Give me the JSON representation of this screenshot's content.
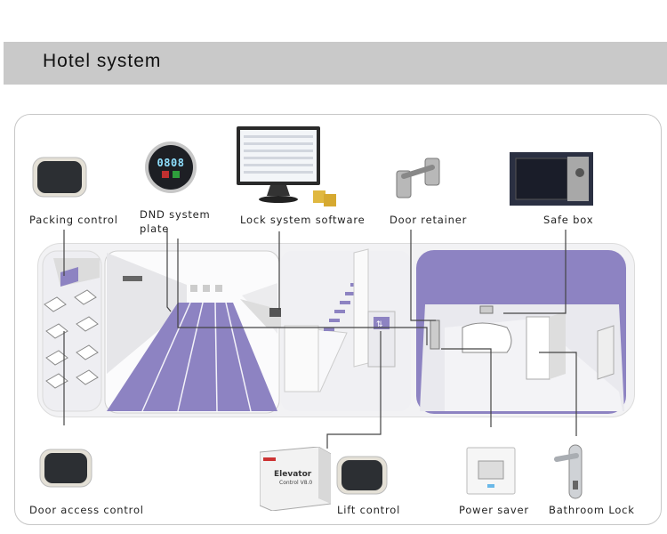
{
  "header": {
    "title": "Hotel system"
  },
  "devices": {
    "packing_control": "Packing control",
    "dnd_line1": "DND system",
    "dnd_line2": "plate",
    "dnd_display": "0808",
    "lock_software": "Lock system software",
    "door_retainer": "Door retainer",
    "safe_box": "Safe box",
    "door_access": "Door access control",
    "elevator_brand": "Elevator",
    "elevator_sub": "Control V8.0",
    "lift_control": "Lift control",
    "power_saver": "Power saver",
    "bathroom_lock": "Bathroom Lock"
  },
  "colors": {
    "accent": "#8d83c2",
    "header": "#c9c9c9"
  }
}
